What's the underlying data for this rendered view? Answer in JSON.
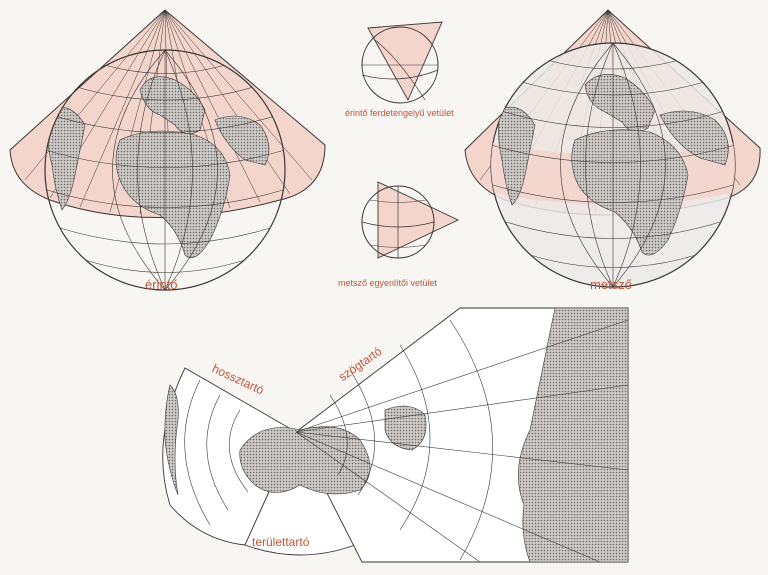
{
  "labels": {
    "tangent": "érintő",
    "secant": "metsző",
    "oblique": "érintő ferdetengelyű vetület",
    "equatorial": "metsző egyenlítői vetület",
    "equidistant": "hossztartó",
    "conformal": "szögtartó",
    "equal_area": "területtartó"
  },
  "colors": {
    "cone_fill": "#f3d5cc",
    "line": "#3a3634",
    "land": "#b9b5b2",
    "label": "#c0553a",
    "paper": "#f7f6f3"
  }
}
